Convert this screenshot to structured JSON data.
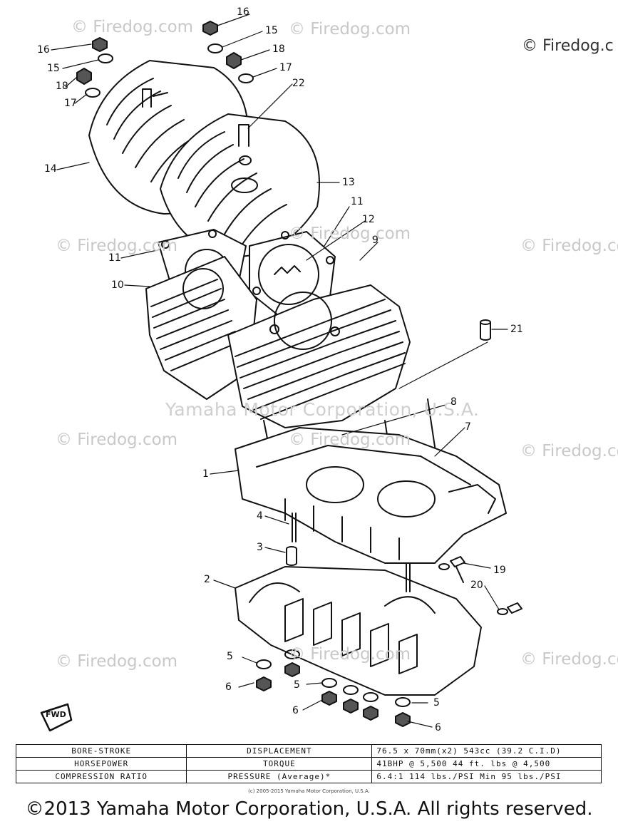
{
  "diagram": {
    "watermarks": [
      "© Firedog.com",
      "© Firedog.com",
      "© Firedog.com",
      "© Firedog.com",
      "© Firedog.com",
      "© Firedog.com",
      "© Firedog.com",
      "© Firedog.com",
      "© Firedog.com",
      "© Firedog.com",
      "© Firedog.com"
    ],
    "corner_watermark": "© Firedog.c",
    "center_watermark": "Yamaha Motor Corporation, U.S.A.",
    "callouts": [
      "16",
      "15",
      "18",
      "17",
      "22",
      "16",
      "15",
      "18",
      "17",
      "14",
      "13",
      "11",
      "12",
      "11",
      "9",
      "10",
      "21",
      "8",
      "7",
      "1",
      "4",
      "3",
      "2",
      "19",
      "20",
      "5",
      "6",
      "5",
      "6",
      "5",
      "6"
    ],
    "fwd_label": "FWD"
  },
  "spec_table": {
    "rows": [
      [
        "BORE-STROKE",
        "DISPLACEMENT",
        "76.5 x 70mm(x2)      543cc (39.2 C.I.D)"
      ],
      [
        "HORSEPOWER",
        "TORQUE",
        "41BHP @ 5,500      44 ft. lbs @ 4,500"
      ],
      [
        "COMPRESSION RATIO",
        "PRESSURE (Average)*",
        "6.4:1     114 lbs./PSI  Min 95 lbs./PSI"
      ]
    ]
  },
  "small_copyright": "(c) 2005-2015 Yamaha Motor Corporation, U.S.A.",
  "footer": "©2013 Yamaha Motor Corporation, U.S.A. All rights reserved."
}
